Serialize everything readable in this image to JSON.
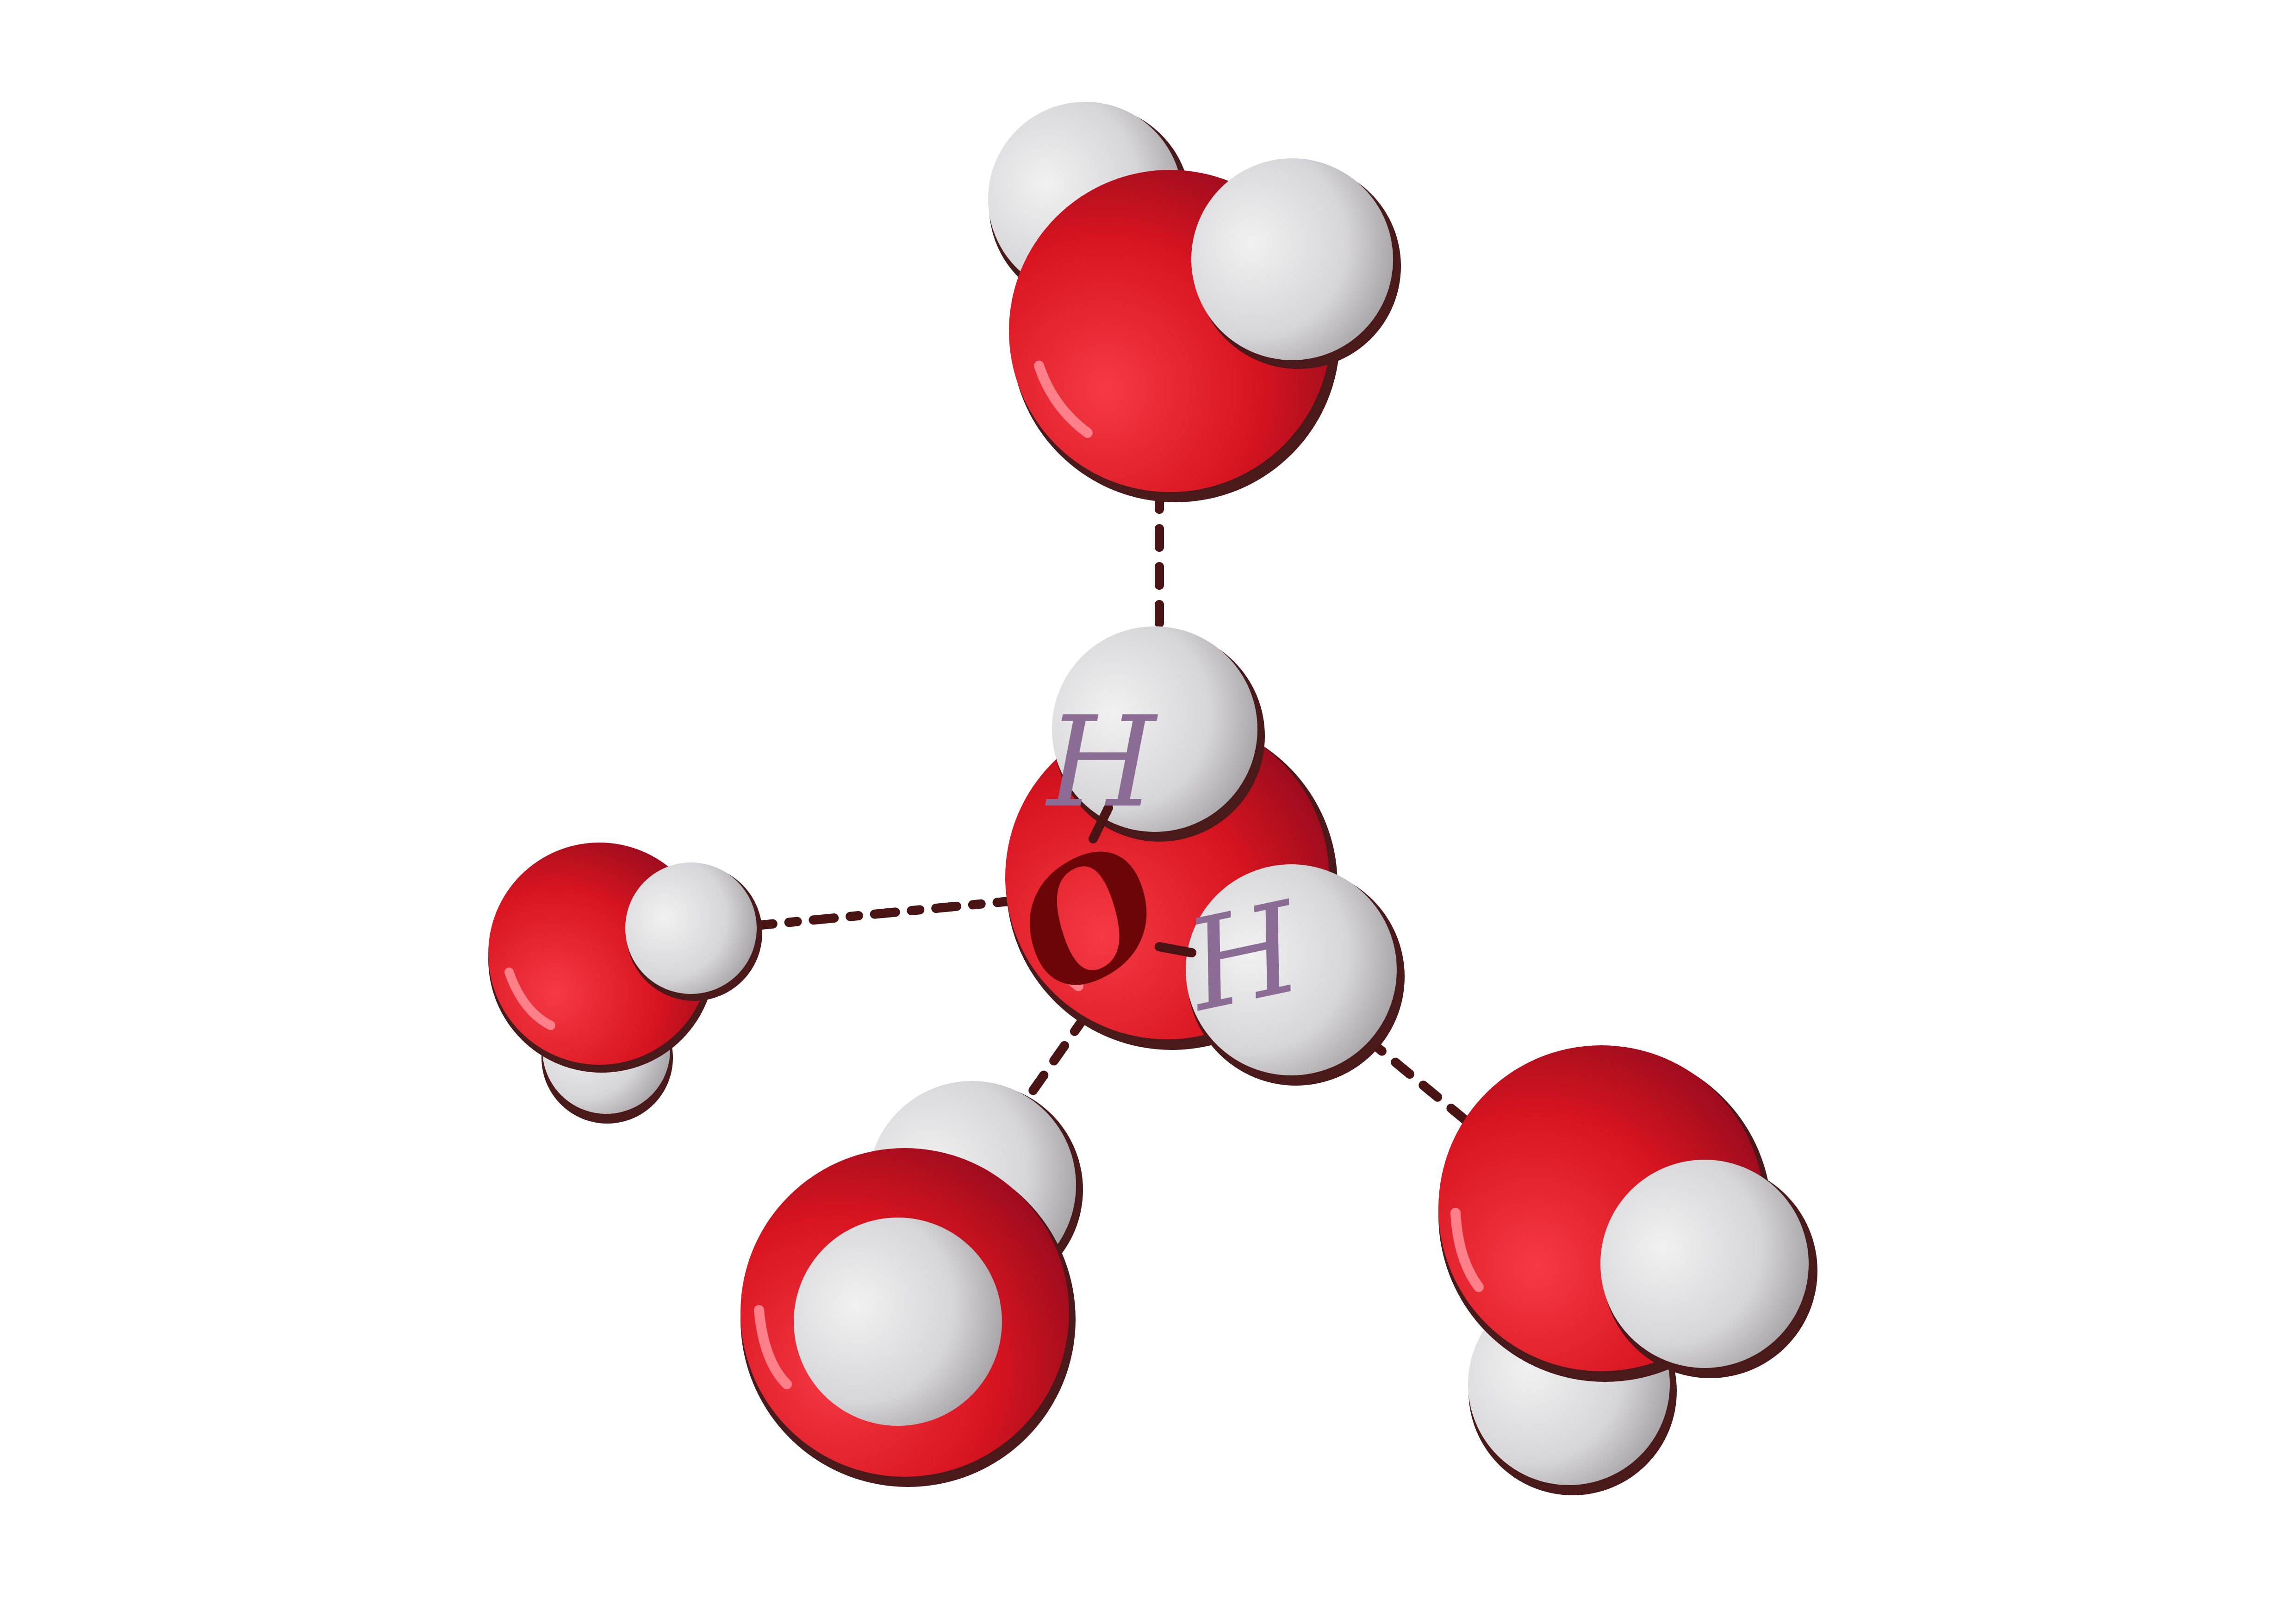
{
  "diagram": {
    "labels": {
      "central_oxygen": "O",
      "central_hydrogen_top": "H",
      "central_hydrogen_right": "H"
    },
    "colors": {
      "oxygen_light": "#f53a45",
      "oxygen_mid": "#d8141f",
      "oxygen_dark": "#8e0a1e",
      "hydrogen_light": "#f1f1f2",
      "hydrogen_mid": "#d6d5d7",
      "hydrogen_dark": "#8f8b8e",
      "outline_shadow": "#4a1a1a",
      "bond_line": "#4a1414",
      "hydrogen_letter": "#8a6c94",
      "oxygen_letter": "#6b0508",
      "background": "#ffffff"
    }
  }
}
